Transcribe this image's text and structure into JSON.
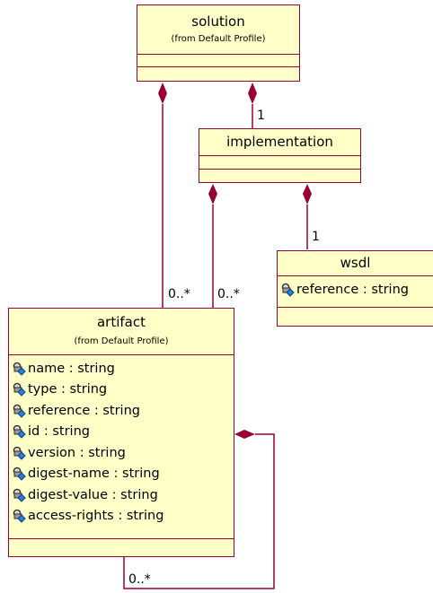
{
  "classes": {
    "solution": {
      "name": "solution",
      "stereotype": "(from Default Profile)"
    },
    "implementation": {
      "name": "implementation"
    },
    "wsdl": {
      "name": "wsdl",
      "attributes": [
        "reference : string"
      ]
    },
    "artifact": {
      "name": "artifact",
      "stereotype": "(from Default Profile)",
      "attributes": [
        "name : string",
        "type : string",
        "reference : string",
        "id : string",
        "version : string",
        "digest-name : string",
        "digest-value : string",
        "access-rights : string"
      ]
    }
  },
  "multiplicities": {
    "solution_implementation": "1",
    "implementation_wsdl": "1",
    "solution_artifact": "0..*",
    "implementation_artifact": "0..*",
    "artifact_self": "0..*"
  },
  "colors": {
    "line": "#990033",
    "fill": "#ffffc8",
    "icon_blue": "#2a7fd4"
  },
  "icons": {
    "attribute": "lock-key-attribute-icon"
  }
}
